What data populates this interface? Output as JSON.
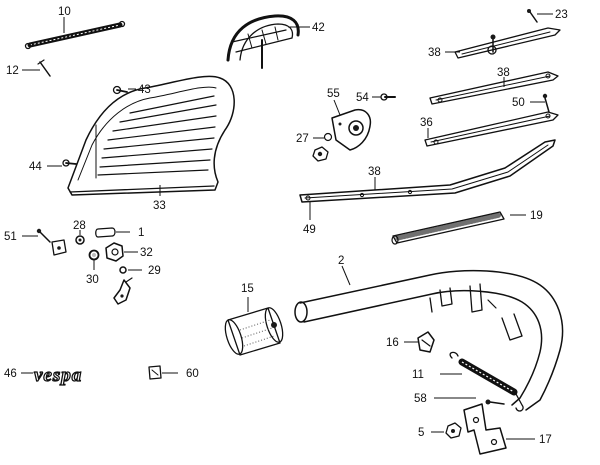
{
  "diagram": {
    "callouts": {
      "p1": "1",
      "p2": "2",
      "p5": "5",
      "p10": "10",
      "p11": "11",
      "p12": "12",
      "p15": "15",
      "p16": "16",
      "p17": "17",
      "p19": "19",
      "p23": "23",
      "p27": "27",
      "p28": "28",
      "p29": "29",
      "p30": "30",
      "p32": "32",
      "p33": "33",
      "p36": "36",
      "p38a": "38",
      "p38b": "38",
      "p38c": "38",
      "p42": "42",
      "p43": "43",
      "p44": "44",
      "p46": "46",
      "p49": "49",
      "p50": "50",
      "p51": "51",
      "p54": "54",
      "p55": "55",
      "p58": "58",
      "p60": "60"
    },
    "logo_text": "vespa"
  }
}
